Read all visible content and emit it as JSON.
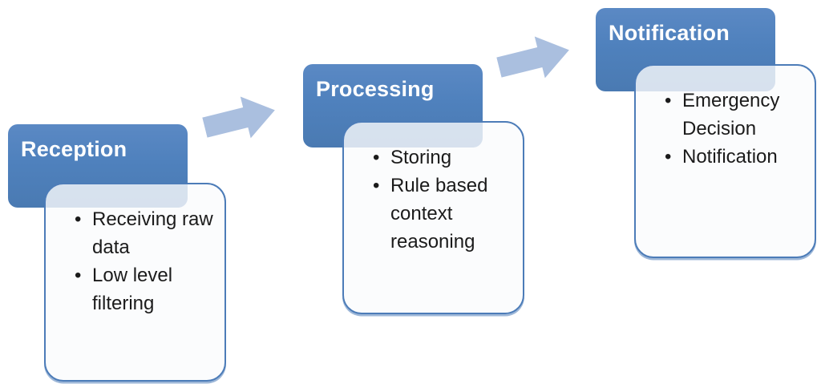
{
  "diagram": {
    "type": "process-flow",
    "stages": [
      {
        "title": "Reception",
        "bullets": [
          "Receiving raw data",
          "Low level filtering"
        ]
      },
      {
        "title": "Processing",
        "bullets": [
          "Storing",
          "Rule based context reasoning"
        ]
      },
      {
        "title": "Notification",
        "bullets": [
          "Emergency Decision",
          "Notification"
        ]
      }
    ],
    "arrows": [
      {
        "name": "arrow-reception-to-processing",
        "direction": "right-up"
      },
      {
        "name": "arrow-processing-to-notification",
        "direction": "right-up"
      }
    ],
    "colors": {
      "header_blue": "#4f81bd",
      "header_text": "#ffffff",
      "card_border": "#4c7cb8",
      "card_fill": "#fafbfd",
      "card_overlap_tint": "#dce6f2",
      "arrow_fill": "#aabfdf",
      "body_text": "#1b1b1b",
      "background": "#ffffff"
    }
  }
}
